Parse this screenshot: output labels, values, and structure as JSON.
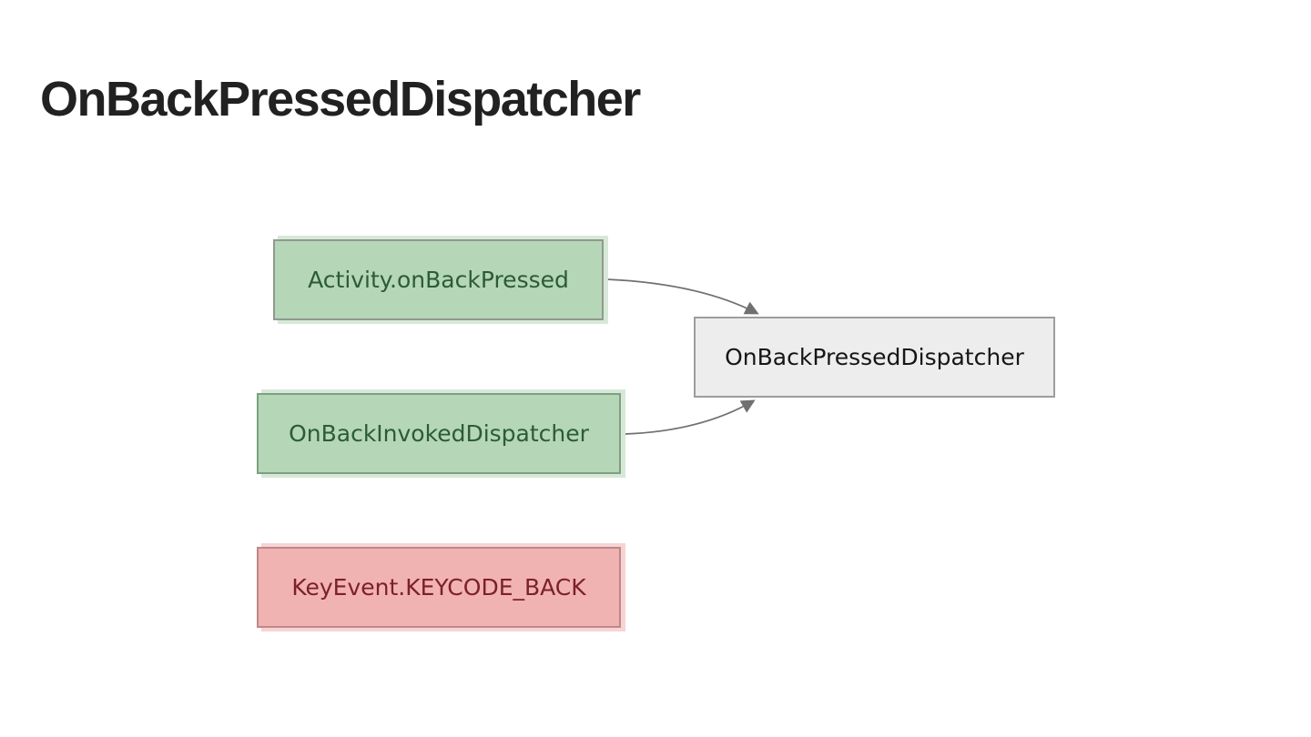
{
  "slide": {
    "title": "OnBackPressedDispatcher",
    "title_color": "#212121",
    "background_color": "#ffffff"
  },
  "diagram": {
    "nodes": [
      {
        "id": "activity-onbackpressed",
        "label": "Activity.onBackPressed",
        "fill": "#b5d6b7",
        "border": "#91998f",
        "text_color": "#2b5c33",
        "shadow": "#d7e8d8"
      },
      {
        "id": "onbackinvokeddispatcher",
        "label": "OnBackInvokedDispatcher",
        "fill": "#b5d6b7",
        "border": "#7ba17f",
        "text_color": "#2b5c33",
        "shadow": "#d7e8d8"
      },
      {
        "id": "keyevent-keycode-back",
        "label": "KeyEvent.KEYCODE_BACK",
        "fill": "#f1b2b2",
        "border": "#bd888b",
        "text_color": "#7c2127",
        "shadow": "#f8d3d3"
      },
      {
        "id": "onbackpresseddispatcher",
        "label": "OnBackPressedDispatcher",
        "fill": "#ededed",
        "border": "#9d9d9d",
        "text_color": "#161616",
        "shadow": null
      }
    ],
    "arrows": [
      {
        "from": "activity-onbackpressed",
        "to": "onbackpresseddispatcher",
        "color": "#707070"
      },
      {
        "from": "onbackinvokeddispatcher",
        "to": "onbackpresseddispatcher",
        "color": "#707070"
      }
    ]
  }
}
